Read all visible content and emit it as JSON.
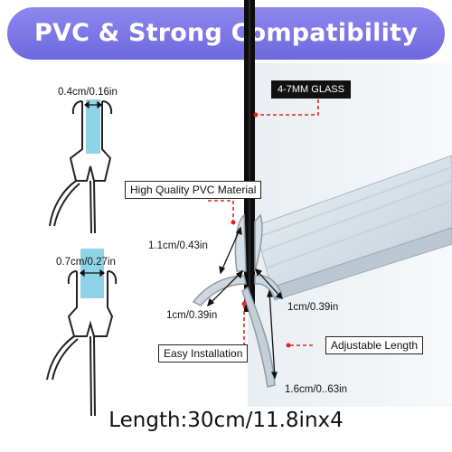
{
  "banner": {
    "title": "PVC & Strong Compatibility",
    "background": "#7b77e6"
  },
  "profiles": [
    {
      "thickness": "0.4cm/0.16in"
    },
    {
      "thickness": "0.7cm/0.27in"
    }
  ],
  "callouts": {
    "glass": "4-7MM GLASS",
    "material": "High Quality PVC Material",
    "installation": "Easy Installation",
    "adjustable": "Adjustable Length"
  },
  "dimensions": {
    "top_left": "1.1cm/0.43in",
    "bottom_left": "1cm/0.39in",
    "bottom_right": "1cm/0.39in",
    "fin": "1.6cm/0..63in"
  },
  "length": "Length:30cm/11.8inx4",
  "colors": {
    "leader": "#e0241b",
    "profile_outline": "#222222",
    "glass_band": "#8fd3e6"
  }
}
